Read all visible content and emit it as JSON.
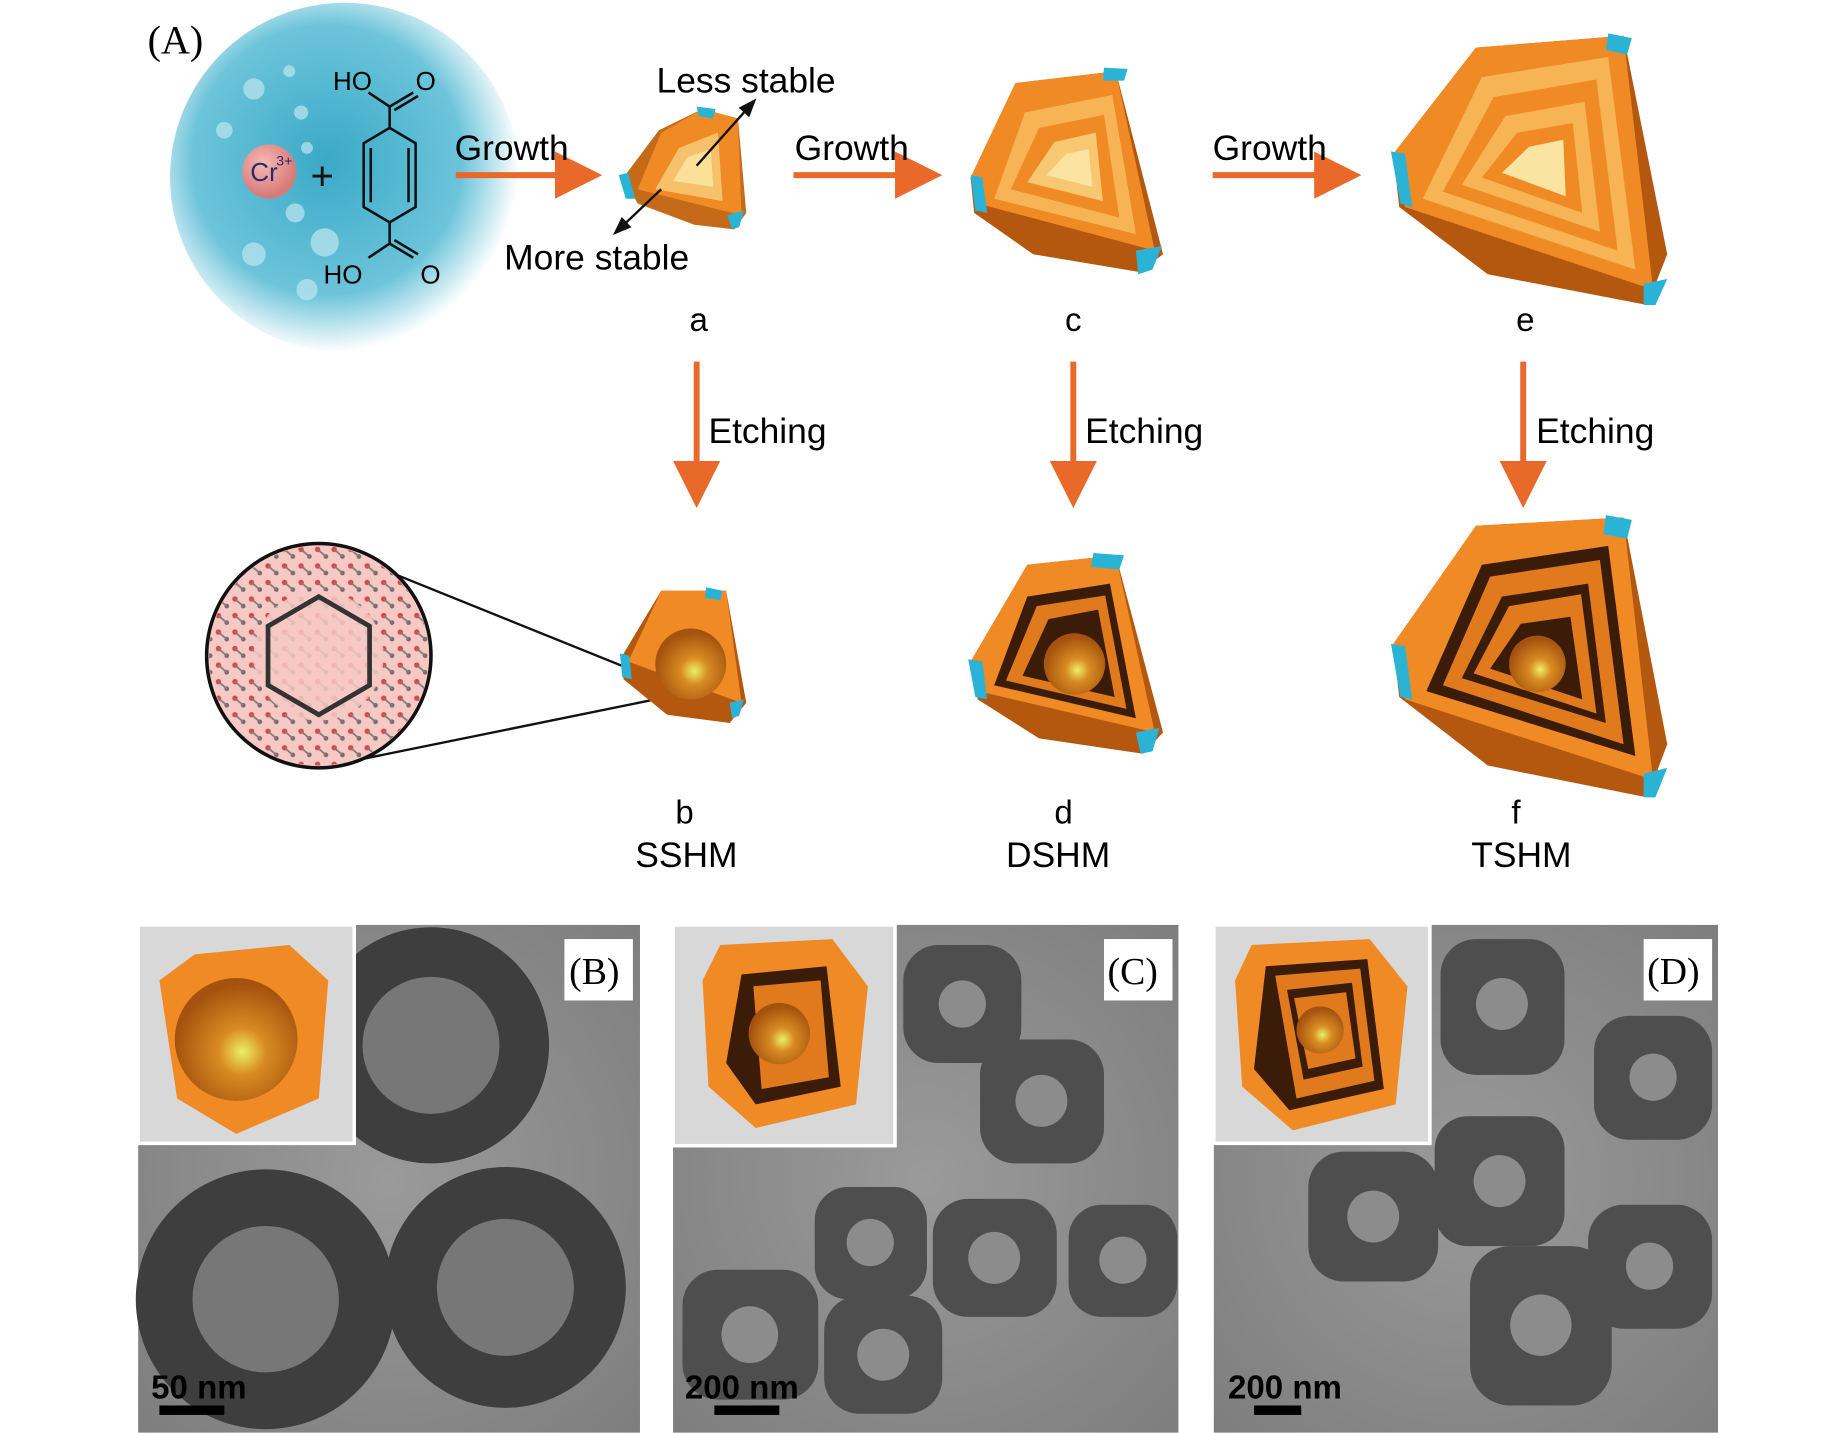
{
  "panel_a": {
    "label": "(A)",
    "ion": "Cr",
    "ion_charge": "3+",
    "plus": "+",
    "linker_labels": [
      "HO",
      "O",
      "HO",
      "O"
    ],
    "less_stable": "Less stable",
    "more_stable": "More stable",
    "growth_labels": [
      "Growth",
      "Growth",
      "Growth"
    ],
    "etching_labels": [
      "Etching",
      "Etching",
      "Etching"
    ],
    "stage_labels": {
      "a": "a",
      "c": "c",
      "e": "e",
      "b": "b",
      "d": "d",
      "f": "f"
    },
    "structure_names": [
      "SSHM",
      "DSHM",
      "TSHM"
    ]
  },
  "tem_panels": [
    {
      "label": "(B)",
      "scale_bar": "50 nm"
    },
    {
      "label": "(C)",
      "scale_bar": "200 nm"
    },
    {
      "label": "(D)",
      "scale_bar": "200 nm"
    }
  ],
  "colors": {
    "arrow": "#e8692a",
    "orange": "#f08a24",
    "cyan": "#2bb3d6",
    "water": "#5fc0d8"
  }
}
